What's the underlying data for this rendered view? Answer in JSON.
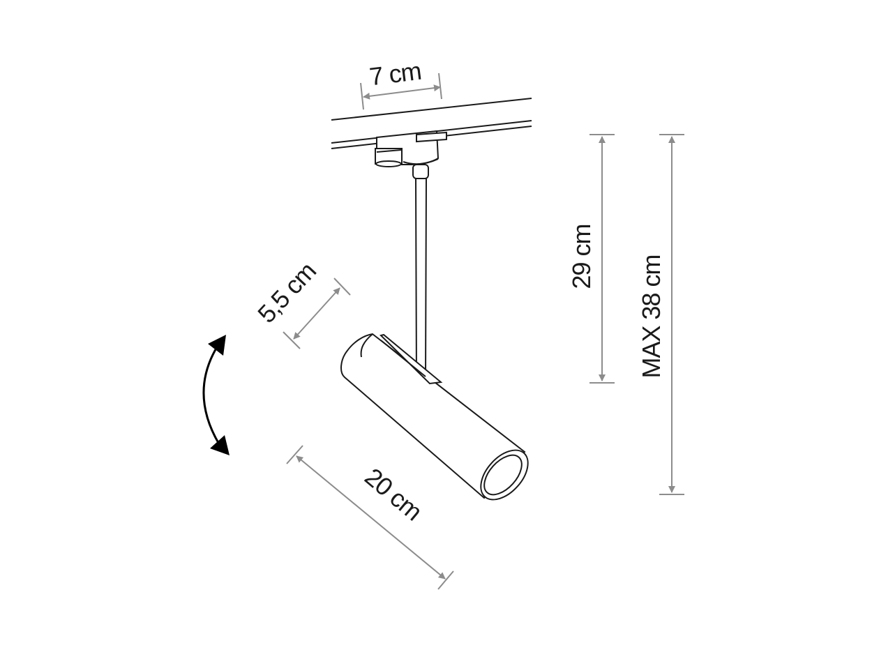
{
  "diagram": {
    "dimensions": {
      "track_width": "7 cm",
      "body_diameter": "5,5 cm",
      "body_length": "20 cm",
      "fixed_height": "29 cm",
      "max_height": "MAX 38 cm"
    },
    "colors": {
      "line": "#1a1a1a",
      "dimension": "#8c8c8c",
      "rotation_arrow": "#000000",
      "background": "#ffffff"
    },
    "icons": {
      "rotation": "curved-double-arrow-icon"
    }
  }
}
